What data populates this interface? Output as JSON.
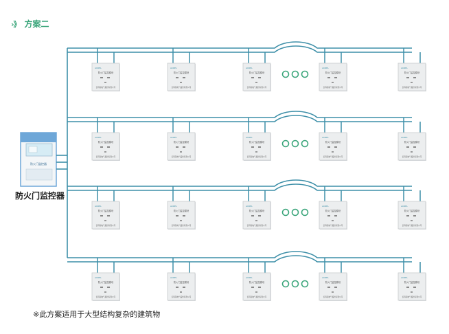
{
  "heading": {
    "chevron": "›》",
    "title": "方案二"
  },
  "controller": {
    "label": "防火门监控器",
    "panel_text": "防火门监控器",
    "colors": {
      "frame": "#6ea7d8",
      "screen": "#d6ecf5",
      "body": "#f3f6f8"
    }
  },
  "module": {
    "brand": "ACREL",
    "title": "防火门监控模块",
    "footer": "安科瑞电气股份有限公司"
  },
  "layout": {
    "rows": 4,
    "modules_per_row": 5,
    "ellipsis_dots": 3
  },
  "colors": {
    "wire": "#3d8fa8",
    "dots": "#3aa57a",
    "module_border": "#c8cbcd",
    "module_fill": "#eceeef"
  },
  "footnote": "※此方案适用于大型结构复杂的建筑物"
}
